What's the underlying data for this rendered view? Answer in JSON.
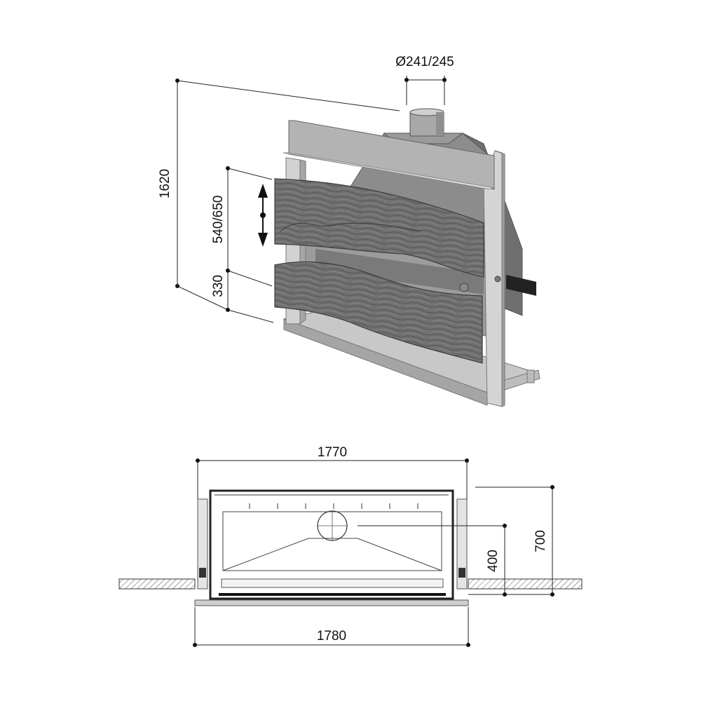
{
  "dimensions": {
    "flue_diameter": "Ø241/245",
    "total_height": "1620",
    "door_travel": "540/650",
    "base_height": "330",
    "plan_width_top": "1770",
    "plan_width_bottom": "1780",
    "plan_depth": "700",
    "flue_offset": "400"
  },
  "colors": {
    "steel_light": "#cfcfcf",
    "steel_mid": "#a9a9a9",
    "steel_dark": "#7d7d7d",
    "hood": "#8a8a8a",
    "log": "#6e6e6e",
    "log_dark": "#4a4a4a",
    "line": "#222222"
  },
  "icons": {
    "travel": "double-arrow-icon"
  }
}
